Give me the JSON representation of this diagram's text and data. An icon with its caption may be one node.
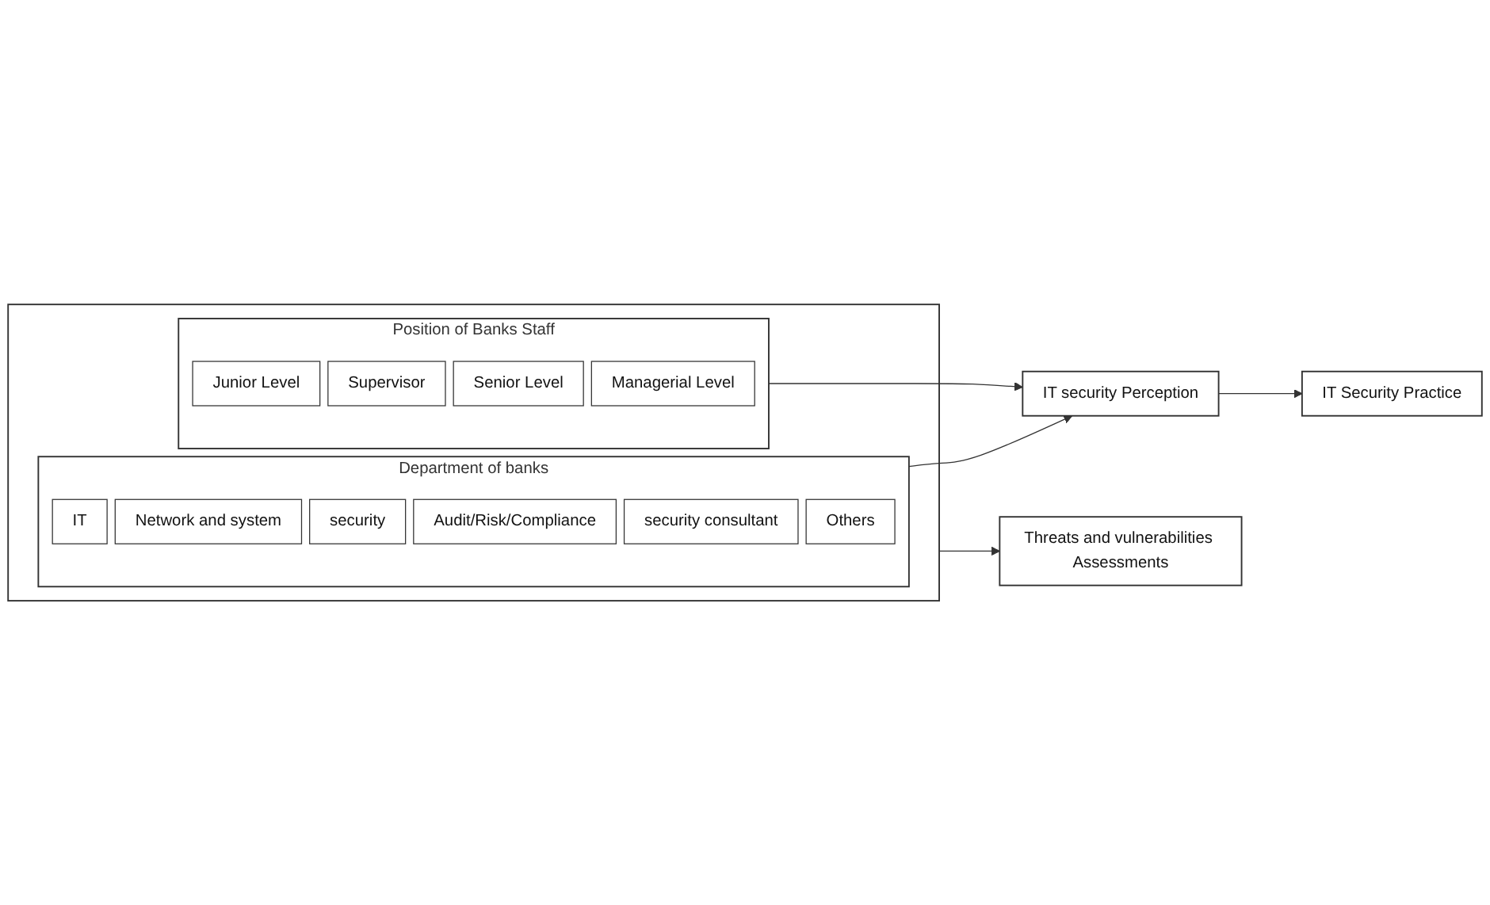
{
  "diagram": {
    "nodes": [
      {
        "text": [],
        "shape": "box"
      },
      {
        "text": [
          "Position of Banks Staff"
        ],
        "in": 0
      },
      {
        "text": [
          "Junior Level"
        ],
        "in": 1
      },
      {
        "text": [
          "Supervisor"
        ],
        "in": 1
      },
      {
        "text": [
          "Senior Level"
        ],
        "in": 1
      },
      {
        "text": [
          "Managerial Level"
        ],
        "in": 1
      },
      {
        "text": [
          "Department of banks"
        ],
        "in": 0
      },
      {
        "text": [
          "IT"
        ],
        "in": 6
      },
      {
        "text": [
          "Network and system"
        ],
        "in": 6
      },
      {
        "text": [
          "security"
        ],
        "in": 6
      },
      {
        "text": [
          "Audit/Risk/Compliance"
        ],
        "in": 6
      },
      {
        "text": [
          "security consultant"
        ],
        "in": 6
      },
      {
        "text": [
          "Others"
        ],
        "in": 6
      },
      {
        "text": [
          "IT security Perception"
        ]
      },
      {
        "text": [
          "IT Security Practice"
        ]
      },
      {
        "text": [
          "Threats and vulnerabilities Assessments"
        ]
      }
    ],
    "edges": [
      {
        "from": 1,
        "to": 13,
        "arrow": "to"
      },
      {
        "from": 6,
        "to": 13,
        "arrow": "to"
      },
      {
        "from": 13,
        "to": 14,
        "arrow": "to"
      },
      {
        "from": 0,
        "to": 15,
        "arrow": "to"
      }
    ]
  }
}
